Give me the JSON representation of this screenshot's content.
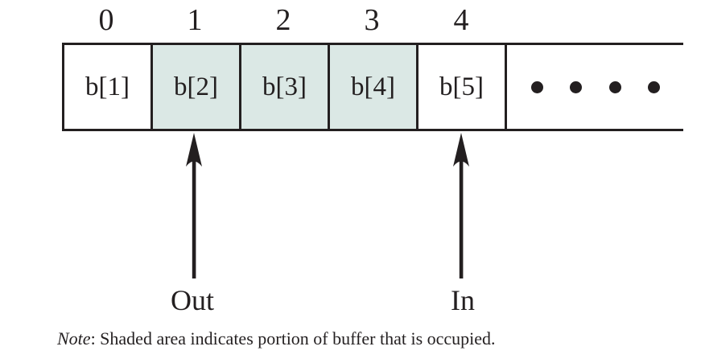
{
  "diagram": {
    "index_labels": [
      "0",
      "1",
      "2",
      "3",
      "4"
    ],
    "cells": [
      {
        "label": "b[1]",
        "shaded": false,
        "fill": "#ffffff"
      },
      {
        "label": "b[2]",
        "shaded": true,
        "fill": "#dbe8e5"
      },
      {
        "label": "b[3]",
        "shaded": true,
        "fill": "#dbe8e5"
      },
      {
        "label": "b[4]",
        "shaded": true,
        "fill": "#dbe8e5"
      },
      {
        "label": "b[5]",
        "shaded": false,
        "fill": "#ffffff"
      }
    ],
    "ellipsis_dot_count": 4,
    "pointers": [
      {
        "label": "Out",
        "points_to_cell": "b[2]"
      },
      {
        "label": "In",
        "points_to_cell": "b[5]"
      }
    ],
    "note": {
      "prefix": "Note",
      "body": ": Shaded area indicates portion of buffer that is occupied."
    },
    "colors": {
      "line": "#231f20",
      "shaded_fill": "#dbe8e5",
      "background": "#ffffff"
    }
  }
}
